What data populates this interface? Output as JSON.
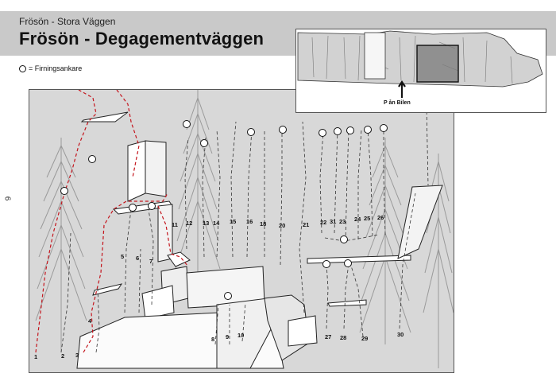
{
  "header": {
    "supertitle": "Frösön - Stora Väggen",
    "title": "Frösön - Degagementväggen"
  },
  "legend": {
    "icon": "anchor-circle-icon",
    "label": "= Firningsankare"
  },
  "page_number": "6",
  "inset": {
    "caption": "P ån Bilen",
    "arrow_icon": "up-arrow-icon"
  },
  "routes": [
    {
      "num": "1"
    },
    {
      "num": "2"
    },
    {
      "num": "3"
    },
    {
      "num": "4"
    },
    {
      "num": "5"
    },
    {
      "num": "6"
    },
    {
      "num": "7"
    },
    {
      "num": "8"
    },
    {
      "num": "9"
    },
    {
      "num": "10"
    },
    {
      "num": "11"
    },
    {
      "num": "12"
    },
    {
      "num": "13"
    },
    {
      "num": "14"
    },
    {
      "num": "15"
    },
    {
      "num": "16"
    },
    {
      "num": "18"
    },
    {
      "num": "20"
    },
    {
      "num": "21"
    },
    {
      "num": "22"
    },
    {
      "num": "31"
    },
    {
      "num": "23"
    },
    {
      "num": "24"
    },
    {
      "num": "25"
    },
    {
      "num": "26"
    },
    {
      "num": "27"
    },
    {
      "num": "28"
    },
    {
      "num": "29"
    },
    {
      "num": "30"
    }
  ]
}
